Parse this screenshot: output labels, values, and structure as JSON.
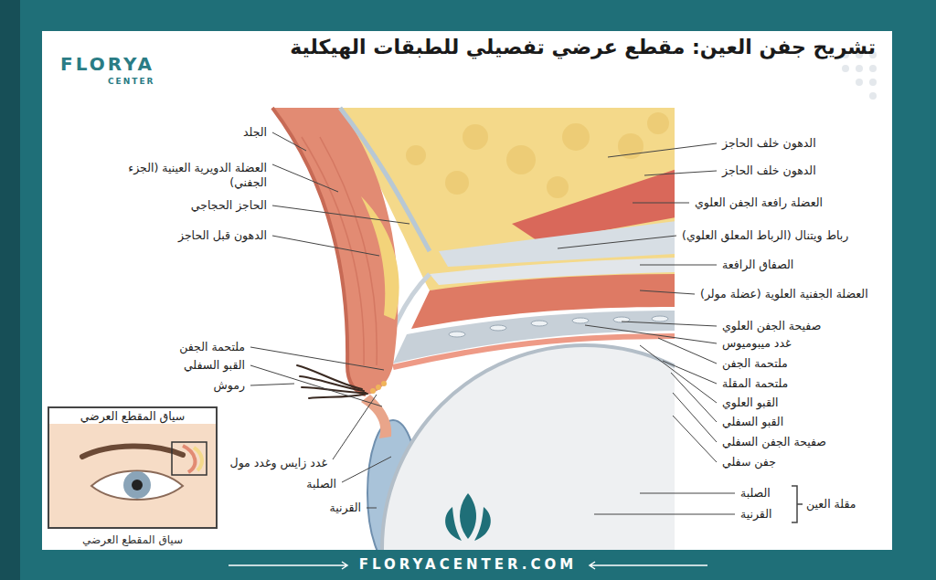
{
  "diagram": {
    "title": "تشريح جفن العين: مقطع عرضي تفصيلي للطبقات الهيكلية",
    "nodes": [
      {
        "text": [
          "سياق المقطع العرضي"
        ]
      }
    ],
    "labels": [
      "الدهون خلف الحاجز",
      "الدهون خلف الحاجز",
      "العضلة رافعة الجفن العلوي",
      "رباط ويتنال (الرباط المعلق العلوي)",
      "الصفاق الرافعة",
      "العضلة الجفنية العلوية (عضلة مولر)",
      "صفيحة الجفن العلوي",
      "غدد ميبوميوس",
      "ملتحمة الجفن",
      "ملتحمة المقلة",
      "القبو العلوي",
      "القبو السفلي",
      "صفيحة الجفن السفلي",
      "جفن سفلي",
      "الصلبة",
      "القرنية",
      "مقلة العين",
      "الجلد",
      "العضلة الدويرية العينية (الجزء الجفني)",
      "الحاجز الحجاجي",
      "الدهون قبل الحاجز",
      "ملتحمة الجفن",
      "القبو السفلي",
      "رموش",
      "غدد زايس وغدد مول",
      "الصلبة",
      "القرنية",
      "FLORYA",
      "CENTER",
      "FLORYACENTER.COM",
      "سياق المقطع العرضي"
    ]
  }
}
